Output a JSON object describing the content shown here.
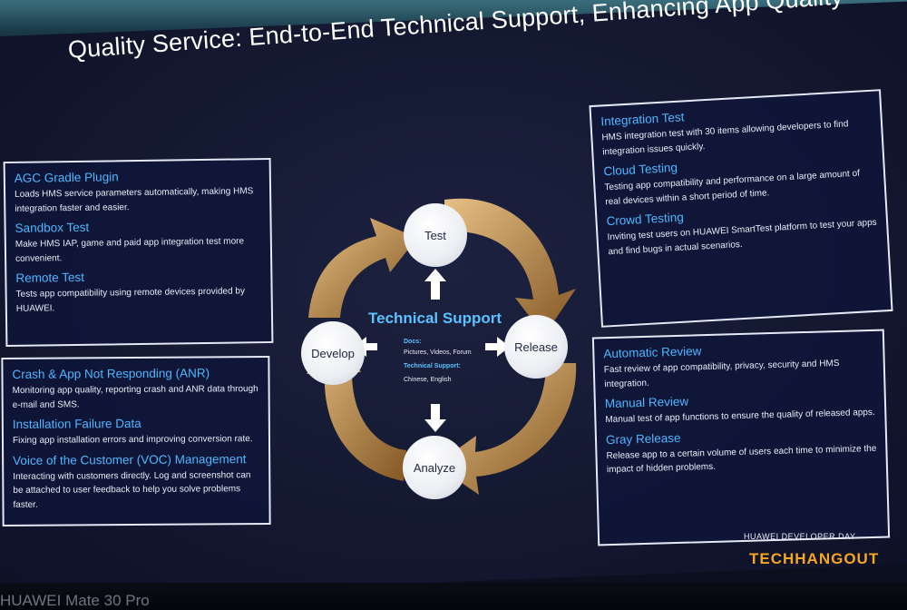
{
  "slide": {
    "title": "Quality Service: End-to-End Technical Support, Enhancing App Quality"
  },
  "left_top_panel": [
    {
      "heading": "AGC Gradle Plugin",
      "text": "Loads HMS service parameters automatically, making HMS integration faster and easier."
    },
    {
      "heading": "Sandbox Test",
      "text": "Make HMS IAP, game and paid app integration test more convenient."
    },
    {
      "heading": "Remote Test",
      "text": "Tests app compatibility using remote devices provided by HUAWEI."
    }
  ],
  "left_bottom_panel": [
    {
      "heading": "Crash & App Not Responding (ANR)",
      "text": "Monitoring app quality, reporting crash and ANR data through e-mail and SMS."
    },
    {
      "heading": "Installation Failure Data",
      "text": "Fixing app installation errors and improving conversion rate."
    },
    {
      "heading": "Voice of the Customer (VOC) Management",
      "text": "Interacting with customers directly. Log and screenshot can be attached to user feedback to help you solve problems faster."
    }
  ],
  "right_top_panel": [
    {
      "heading": "Integration Test",
      "text": "HMS integration test with 30 items allowing developers to find integration issues quickly."
    },
    {
      "heading": "Cloud Testing",
      "text": "Testing app compatibility and performance on a large amount of real devices within a short period of time."
    },
    {
      "heading": "Crowd Testing",
      "text": "Inviting test users on HUAWEI SmartTest platform to test your apps and find bugs in actual scenarios."
    }
  ],
  "right_bottom_panel": [
    {
      "heading": "Automatic Review",
      "text": "Fast review of app compatibility, privacy, security and HMS integration."
    },
    {
      "heading": "Manual Review",
      "text": "Manual test of app functions to ensure the quality of released apps."
    },
    {
      "heading": "Gray Release",
      "text": "Release app to a certain volume of users each time to minimize the impact of hidden problems."
    }
  ],
  "cycle": {
    "center_title": "Technical Support",
    "docs_label": "Docs:",
    "docs_value": "Pictures, Videos, Forum",
    "support_label": "Technical Support:",
    "support_value": "Chinese, English",
    "nodes": {
      "test": "Test",
      "release": "Release",
      "analyze": "Analyze",
      "develop": "Develop"
    }
  },
  "watermark": {
    "top": "HUAWEI DEVELOPER DAY",
    "brand": "TECHHANGOUT"
  },
  "phone_tag": "HUAWEI Mate 30 Pro",
  "colors": {
    "heading_blue": "#4fb6ff",
    "arrow_orange": "#d9a35b",
    "panel_bg": "#0f1638"
  }
}
